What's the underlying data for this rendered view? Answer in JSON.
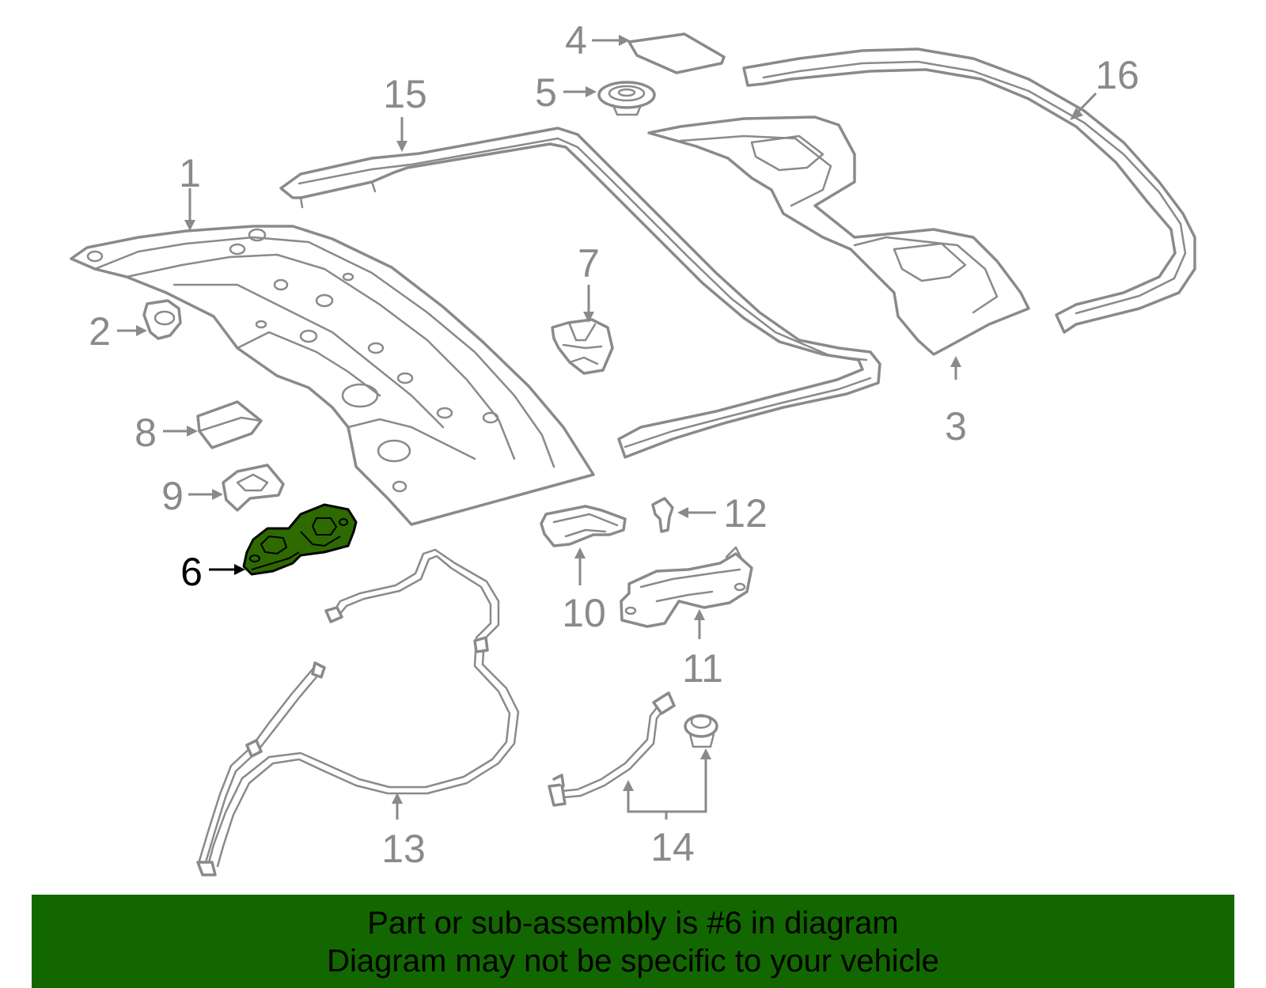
{
  "diagram": {
    "callouts": {
      "p1": "1",
      "p2": "2",
      "p3": "3",
      "p4": "4",
      "p5": "5",
      "p6": "6",
      "p7": "7",
      "p8": "8",
      "p9": "9",
      "p10": "10",
      "p11": "11",
      "p12": "12",
      "p13": "13",
      "p14": "14",
      "p15": "15",
      "p16": "16"
    },
    "highlighted_part": "6",
    "colors": {
      "line_art": "#8a8a8a",
      "highlight_fill": "#2e6a00",
      "banner_background": "#136700"
    }
  },
  "banner": {
    "line1": "Part or sub-assembly is #6 in diagram",
    "line2": "Diagram may not be specific to your vehicle"
  }
}
